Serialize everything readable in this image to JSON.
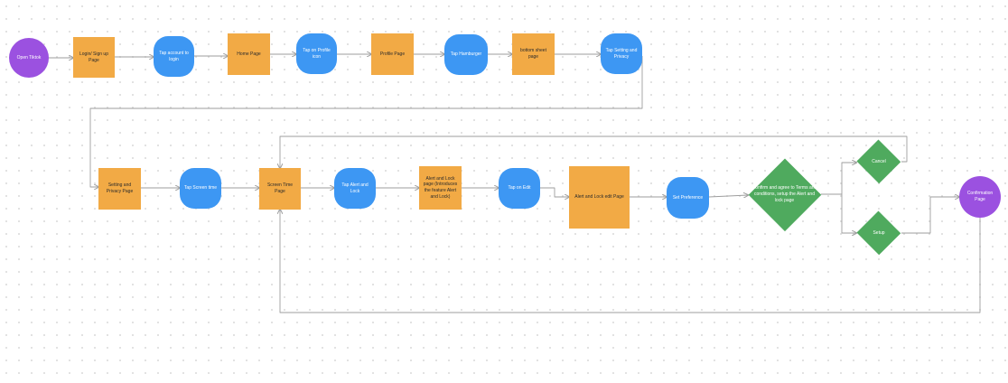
{
  "diagram": {
    "colors": {
      "terminal": "#9b51e0",
      "page": "#f2aa45",
      "action": "#3d97f3",
      "decision": "#4faa5e",
      "connector": "#9e9e9e"
    },
    "nodes": [
      {
        "id": "open-tiktok",
        "kind": "start",
        "label": "Open Tiktok"
      },
      {
        "id": "login-signup",
        "kind": "page",
        "label": "Login/ Sign up Page"
      },
      {
        "id": "tap-account",
        "kind": "action",
        "label": "Tap account to login"
      },
      {
        "id": "home",
        "kind": "page",
        "label": "Home Page"
      },
      {
        "id": "tap-profile-icon",
        "kind": "action",
        "label": "Tap on Profile icon"
      },
      {
        "id": "profile",
        "kind": "page",
        "label": "Profile Page"
      },
      {
        "id": "tap-hamburger",
        "kind": "action",
        "label": "Tap Hamburger"
      },
      {
        "id": "bottom-sheet",
        "kind": "page",
        "label": "bottom sheet page"
      },
      {
        "id": "tap-settings",
        "kind": "action",
        "label": "Tap Setting and Privacy"
      },
      {
        "id": "settings-page",
        "kind": "page",
        "label": "Setting and Privacy Page"
      },
      {
        "id": "tap-screen-time",
        "kind": "action",
        "label": "Tap Screen time"
      },
      {
        "id": "screen-time",
        "kind": "page",
        "label": "Screen Time Page"
      },
      {
        "id": "tap-alert-lock",
        "kind": "action",
        "label": "Tap Alert and Lock"
      },
      {
        "id": "alert-lock-page",
        "kind": "page",
        "label": "Alert and Lock page (Introduces the feature Alert and Lock)"
      },
      {
        "id": "tap-edit",
        "kind": "action",
        "label": "Tap on Edit"
      },
      {
        "id": "alert-lock-edit",
        "kind": "page",
        "label": "Alert and Lock edit Page"
      },
      {
        "id": "set-preference",
        "kind": "action",
        "label": "Set Preference"
      },
      {
        "id": "confirm",
        "kind": "decision",
        "label": "Confirm and agree to Terms and conditions, setup the Alert and lock page"
      },
      {
        "id": "cancel",
        "kind": "decision",
        "label": "Cancel"
      },
      {
        "id": "setup",
        "kind": "decision",
        "label": "Setup"
      },
      {
        "id": "confirmation",
        "kind": "end",
        "label": "Confirmation Page"
      }
    ],
    "edges": [
      {
        "from": "open-tiktok",
        "to": "login-signup"
      },
      {
        "from": "login-signup",
        "to": "tap-account"
      },
      {
        "from": "tap-account",
        "to": "home"
      },
      {
        "from": "home",
        "to": "tap-profile-icon"
      },
      {
        "from": "tap-profile-icon",
        "to": "profile"
      },
      {
        "from": "profile",
        "to": "tap-hamburger"
      },
      {
        "from": "tap-hamburger",
        "to": "bottom-sheet"
      },
      {
        "from": "bottom-sheet",
        "to": "tap-settings"
      },
      {
        "from": "tap-settings",
        "to": "settings-page"
      },
      {
        "from": "settings-page",
        "to": "tap-screen-time"
      },
      {
        "from": "tap-screen-time",
        "to": "screen-time"
      },
      {
        "from": "screen-time",
        "to": "tap-alert-lock"
      },
      {
        "from": "tap-alert-lock",
        "to": "alert-lock-page"
      },
      {
        "from": "alert-lock-page",
        "to": "tap-edit"
      },
      {
        "from": "tap-edit",
        "to": "alert-lock-edit"
      },
      {
        "from": "alert-lock-edit",
        "to": "set-preference"
      },
      {
        "from": "set-preference",
        "to": "confirm"
      },
      {
        "from": "confirm",
        "to": "cancel"
      },
      {
        "from": "confirm",
        "to": "setup"
      },
      {
        "from": "cancel",
        "to": "screen-time"
      },
      {
        "from": "setup",
        "to": "confirmation"
      },
      {
        "from": "confirmation",
        "to": "screen-time"
      }
    ]
  }
}
